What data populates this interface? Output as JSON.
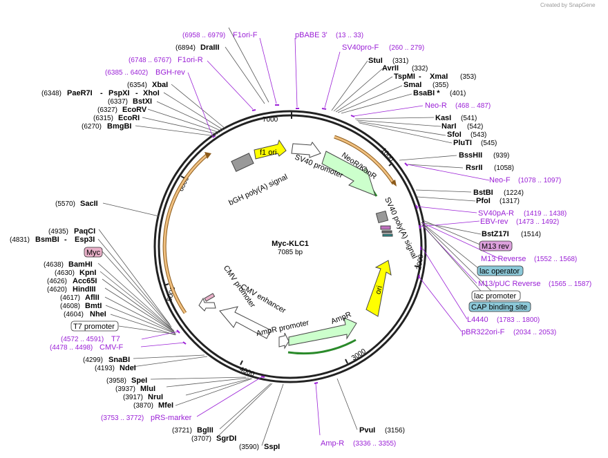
{
  "branding": "Created by SnapGene",
  "plasmid": {
    "name": "Myc-KLC1",
    "size": "7085 bp"
  },
  "ticks": [
    "1000",
    "2000",
    "3000",
    "4000",
    "5000",
    "6000",
    "7000"
  ],
  "enzymes": {
    "draiii": {
      "name": "DraIII",
      "pos": "(6894)"
    },
    "stui": {
      "name": "StuI",
      "pos": "(331)"
    },
    "avrii": {
      "name": "AvrII",
      "pos": "(332)"
    },
    "tspmi": {
      "name": "TspMI",
      "sep": " - ",
      "name2": "XmaI",
      "pos": "(353)"
    },
    "smai": {
      "name": "SmaI",
      "pos": "(355)"
    },
    "bsabi": {
      "name": "BsaBI *",
      "pos": "(401)"
    },
    "kasi": {
      "name": "KasI",
      "pos": "(541)"
    },
    "nari": {
      "name": "NarI",
      "pos": "(542)"
    },
    "sfoi": {
      "name": "SfoI",
      "pos": "(543)"
    },
    "pluti": {
      "name": "PluTI",
      "pos": "(545)"
    },
    "bsshii": {
      "name": "BssHII",
      "pos": "(939)"
    },
    "rsrii": {
      "name": "RsrII",
      "pos": "(1058)"
    },
    "bstbi": {
      "name": "BstBI",
      "pos": "(1224)"
    },
    "pfoi": {
      "name": "PfoI",
      "pos": "(1317)"
    },
    "bstz17i": {
      "name": "BstZ17I",
      "pos": "(1514)"
    },
    "pvui": {
      "name": "PvuI",
      "pos": "(3156)"
    },
    "sspi": {
      "name": "SspI",
      "pos": "(3590)"
    },
    "sgrdi": {
      "name": "SgrDI",
      "pos": "(3707)"
    },
    "bglii": {
      "name": "BglII",
      "pos": "(3721)"
    },
    "mfei": {
      "name": "MfeI",
      "pos": "(3870)"
    },
    "nrui": {
      "name": "NruI",
      "pos": "(3917)"
    },
    "mlui": {
      "name": "MluI",
      "pos": "(3937)"
    },
    "spei": {
      "name": "SpeI",
      "pos": "(3958)"
    },
    "ndei": {
      "name": "NdeI",
      "pos": "(4193)"
    },
    "snabi": {
      "name": "SnaBI",
      "pos": "(4299)"
    },
    "nhei": {
      "name": "NheI",
      "pos": "(4604)"
    },
    "bmti": {
      "name": "BmtI",
      "pos": "(4608)"
    },
    "afiii": {
      "name": "AflII",
      "pos": "(4617)"
    },
    "hindiii": {
      "name": "HindIII",
      "pos": "(4620)"
    },
    "acc65i": {
      "name": "Acc65I",
      "pos": "(4626)"
    },
    "kpni": {
      "name": "KpnI",
      "pos": "(4630)"
    },
    "bamhi": {
      "name": "BamHI",
      "pos": "(4638)"
    },
    "bsmbi": {
      "name": "BsmBI",
      "sep": " - ",
      "name2": "Esp3I",
      "pos": "(4831)"
    },
    "paqci": {
      "name": "PaqCI",
      "pos": "(4935)"
    },
    "sacii": {
      "name": "SacII",
      "pos": "(5570)"
    },
    "bmgbi": {
      "name": "BmgBI",
      "pos": "(6270)"
    },
    "ecori": {
      "name": "EcoRI",
      "pos": "(6315)"
    },
    "ecorv": {
      "name": "EcoRV",
      "pos": "(6327)"
    },
    "bstxi": {
      "name": "BstXI",
      "pos": "(6337)"
    },
    "paer7i": {
      "name": "PaeR7I",
      "sep": " - ",
      "name2": "PspXI",
      "sep2": " - ",
      "name3": "XhoI",
      "pos": "(6348)"
    },
    "xbai": {
      "name": "XbaI",
      "pos": "(6354)"
    }
  },
  "primers": {
    "f1ori_f": {
      "name": "F1ori-F",
      "pos": "(6958 .. 6979)"
    },
    "pbabe3": {
      "name": "pBABE 3'",
      "pos": "(13 .. 33)"
    },
    "sv40pro_f": {
      "name": "SV40pro-F",
      "pos": "(260 .. 279)"
    },
    "f1ori_r": {
      "name": "F1ori-R",
      "pos": "(6748 .. 6767)"
    },
    "bgh_rev": {
      "name": "BGH-rev",
      "pos": "(6385 .. 6402)"
    },
    "neo_r": {
      "name": "Neo-R",
      "pos": "(468 .. 487)"
    },
    "neo_f": {
      "name": "Neo-F",
      "pos": "(1078 .. 1097)"
    },
    "sv40pa_r": {
      "name": "SV40pA-R",
      "pos": "(1419 .. 1438)"
    },
    "ebv_rev": {
      "name": "EBV-rev",
      "pos": "(1473 .. 1492)"
    },
    "m13_reverse": {
      "name": "M13 Reverse",
      "pos": "(1552 .. 1568)"
    },
    "m13puc_reverse": {
      "name": "M13/pUC Reverse",
      "pos": "(1565 .. 1587)"
    },
    "l4440": {
      "name": "L4440",
      "pos": "(1783 .. 1800)"
    },
    "pbr322ori_f": {
      "name": "pBR322ori-F",
      "pos": "(2034 .. 2053)"
    },
    "amp_r": {
      "name": "Amp-R",
      "pos": "(3336 .. 3355)"
    },
    "prs_marker": {
      "name": "pRS-marker",
      "pos": "(3753 .. 3772)"
    },
    "t7": {
      "name": "T7",
      "pos": "(4572 .. 4591)"
    },
    "cmv_f": {
      "name": "CMV-F",
      "pos": "(4478 .. 4498)"
    }
  },
  "boxed_features": {
    "m13_rev": "M13 rev",
    "lac_operator": "lac operator",
    "lac_promoter": "lac promoter",
    "cap_site": "CAP binding site",
    "myc": "Myc",
    "t7_promoter": "T7 promoter"
  },
  "features": {
    "f1ori": "f1 ori",
    "bgh_polya": "bGH poly(A) signal",
    "sv40_promoter": "SV40 promoter",
    "neor_kanr": "NeoR/KanR",
    "sv40_polya": "SV40 poly(A) signal",
    "ori": "ori",
    "ampr": "AmpR",
    "ampr_promoter": "AmpR promoter",
    "cmv_enhancer": "CMV enhancer",
    "cmv_promoter": "CMV promoter"
  },
  "colors": {
    "primer": "#9a1fd6",
    "f1ori": "#ffff00",
    "ori": "#ffff00",
    "neor": "#ccffcc",
    "ampr": "#ccffcc",
    "orf_arc": "#f0c080",
    "boxed_primer": "#dca0dc",
    "boxed_blue": "#8cc8d8",
    "myc": "#e8b0c8"
  }
}
